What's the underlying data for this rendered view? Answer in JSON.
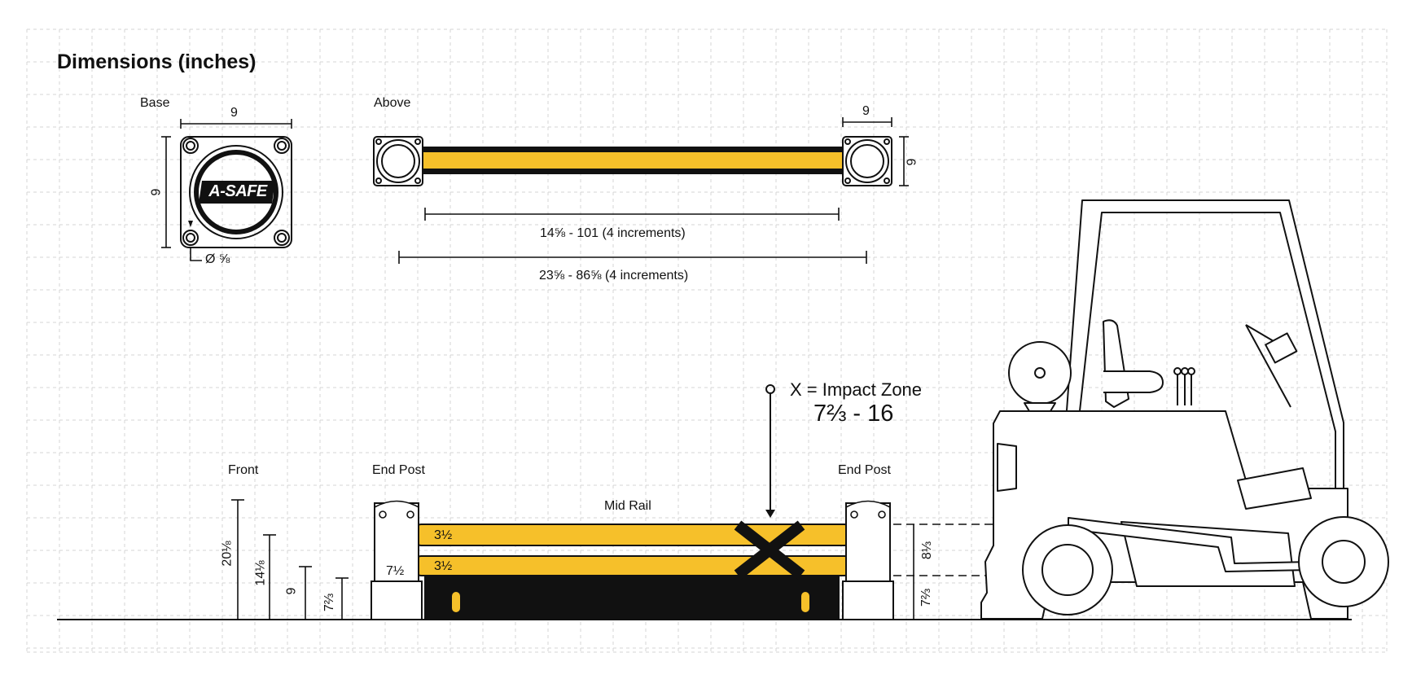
{
  "title": "Dimensions (inches)",
  "base": {
    "label": "Base",
    "width": "9",
    "height": "9",
    "hole": "Ø ⅝",
    "logo": "A-SAFE"
  },
  "above": {
    "label": "Above",
    "post_width": "9",
    "post_depth": "9",
    "rail_span": "14⅝ - 101 (4 increments)",
    "overall_span": "23⅝ - 86⅝ (4 increments)"
  },
  "impact": {
    "label": "X = Impact Zone",
    "range": "7⅔ - 16"
  },
  "front": {
    "label": "Front",
    "heights": [
      "20⅛",
      "14⅛",
      "9",
      "7⅔"
    ]
  },
  "elevation": {
    "end_post_left": "End Post",
    "end_post_right": "End Post",
    "mid_rail": "Mid Rail",
    "rail_top": "3½",
    "rail_bottom": "3½",
    "post_width": "7½",
    "rail_gap": "8⅓",
    "rail_height": "7⅔"
  },
  "colors": {
    "rail_yellow": "#F6C02A",
    "ink": "#111111",
    "grid": "#d4d4d4"
  }
}
